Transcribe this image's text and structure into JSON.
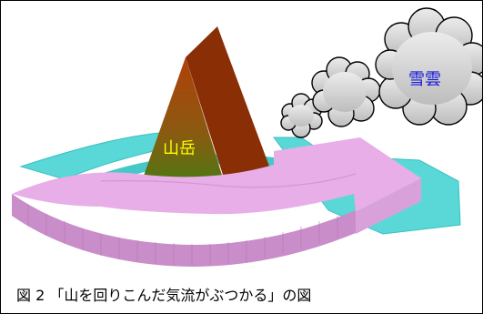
{
  "diagram": {
    "mountain_label": "山岳",
    "cloud_label": "雪雲",
    "caption": "図 2 「山を回りこんだ気流がぶつかる」の図"
  },
  "colors": {
    "background": "#ffffff",
    "ground_flow": "#5ad8d8",
    "ground_flow_dark": "#3bbfc0",
    "airflow_arrow": "#e7aee7",
    "airflow_arrow_side": "#c98dc9",
    "mountain_front_top": "#b0400a",
    "mountain_front_bottom": "#3f7f12",
    "mountain_side": "#8a2f05",
    "cloud_fill": "#d7d7d7",
    "cloud_label": "#1a1ad9",
    "mountain_label": "#ffff00"
  }
}
